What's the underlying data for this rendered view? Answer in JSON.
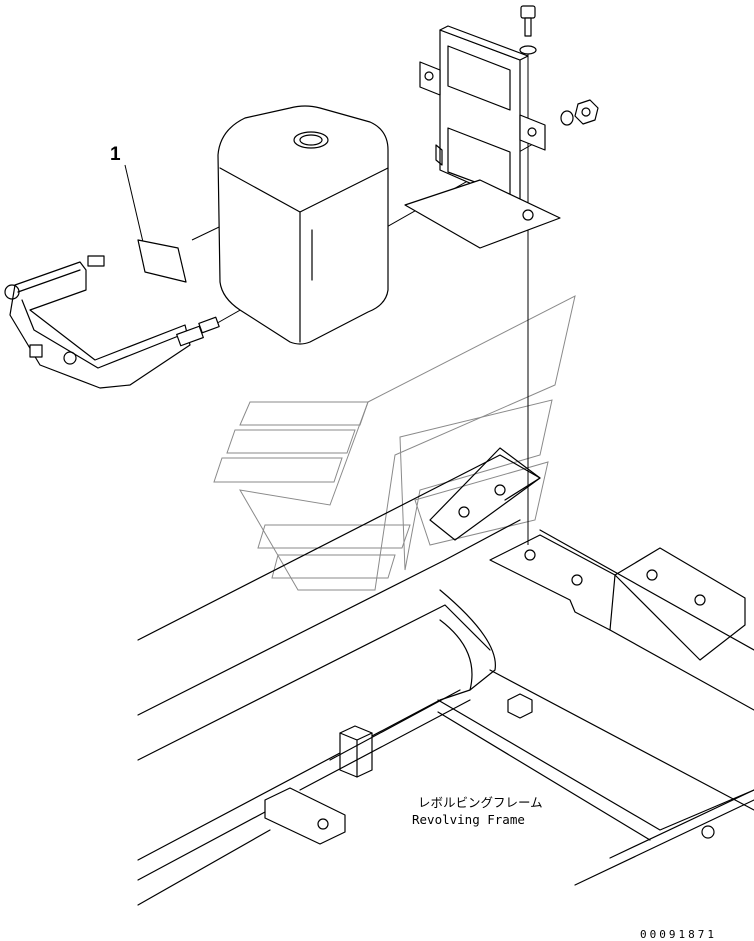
{
  "diagram": {
    "callouts": [
      {
        "id": "1"
      }
    ],
    "frame_label": {
      "jp": "レボルビングフレーム",
      "en": "Revolving Frame"
    },
    "doc_id": "00091871",
    "parts": [
      {
        "name": "bolt-icon"
      },
      {
        "name": "washer-icon"
      },
      {
        "name": "nut-icon"
      },
      {
        "name": "bracket-icon"
      },
      {
        "name": "tank-icon"
      },
      {
        "name": "strap-band-icon"
      },
      {
        "name": "label-plate-icon"
      },
      {
        "name": "revolving-frame-icon"
      },
      {
        "name": "watermark-logo"
      }
    ]
  }
}
